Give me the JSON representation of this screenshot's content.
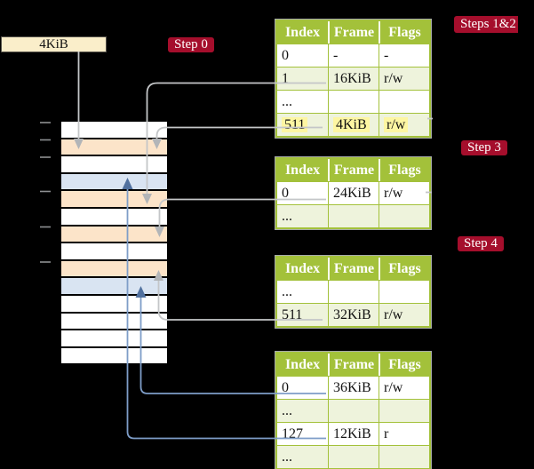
{
  "colors": {
    "background": "#000000",
    "header_green": "#a3c13a",
    "row_green": "#eef3dc",
    "highlight_yellow": "#fdf6a2",
    "label_red": "#a50e2c",
    "box_cream": "#faeeca",
    "frame_orange": "#fce4c9",
    "frame_blue": "#d9e4f2",
    "line_gray": "#c4c6c8",
    "arrow_gray": "#b2b5b8",
    "line_blue": "#7e9dc8",
    "arrow_blue": "#51719f",
    "tick_gray": "#8e9092"
  },
  "box4kib": {
    "label": "4KiB"
  },
  "steps": {
    "step0": "Step 0",
    "steps12": "Steps 1&2",
    "step3": "Step 3",
    "step4": "Step 4"
  },
  "memory": {
    "rows": [
      "white",
      "orange",
      "white",
      "blue",
      "orange",
      "white",
      "orange",
      "white",
      "orange",
      "blue",
      "white",
      "white",
      "white",
      "white"
    ]
  },
  "tables": [
    {
      "id": "table-steps12",
      "headers": [
        "Index",
        "Frame",
        "Flags"
      ],
      "rows": [
        {
          "cells": [
            "0",
            "-",
            "-"
          ],
          "shade": "white",
          "highlight": false
        },
        {
          "cells": [
            "1",
            "16KiB",
            "r/w"
          ],
          "shade": "green",
          "highlight": false
        },
        {
          "cells": [
            "...",
            "",
            ""
          ],
          "shade": "white",
          "highlight": false
        },
        {
          "cells": [
            "511",
            "4KiB",
            "r/w"
          ],
          "shade": "green",
          "highlight": true
        }
      ]
    },
    {
      "id": "table-step3",
      "headers": [
        "Index",
        "Frame",
        "Flags"
      ],
      "rows": [
        {
          "cells": [
            "0",
            "24KiB",
            "r/w"
          ],
          "shade": "white",
          "highlight": false
        },
        {
          "cells": [
            "...",
            "",
            ""
          ],
          "shade": "green",
          "highlight": false
        }
      ]
    },
    {
      "id": "table-step4",
      "headers": [
        "Index",
        "Frame",
        "Flags"
      ],
      "rows": [
        {
          "cells": [
            "...",
            "",
            ""
          ],
          "shade": "white",
          "highlight": false
        },
        {
          "cells": [
            "511",
            "32KiB",
            "r/w"
          ],
          "shade": "green",
          "highlight": false
        }
      ]
    },
    {
      "id": "table-level1",
      "headers": [
        "Index",
        "Frame",
        "Flags"
      ],
      "rows": [
        {
          "cells": [
            "0",
            "36KiB",
            "r/w"
          ],
          "shade": "white",
          "highlight": false
        },
        {
          "cells": [
            "...",
            "",
            ""
          ],
          "shade": "green",
          "highlight": false
        },
        {
          "cells": [
            "127",
            "12KiB",
            "r"
          ],
          "shade": "white",
          "highlight": false
        },
        {
          "cells": [
            "...",
            "",
            ""
          ],
          "shade": "green",
          "highlight": false
        }
      ]
    }
  ]
}
